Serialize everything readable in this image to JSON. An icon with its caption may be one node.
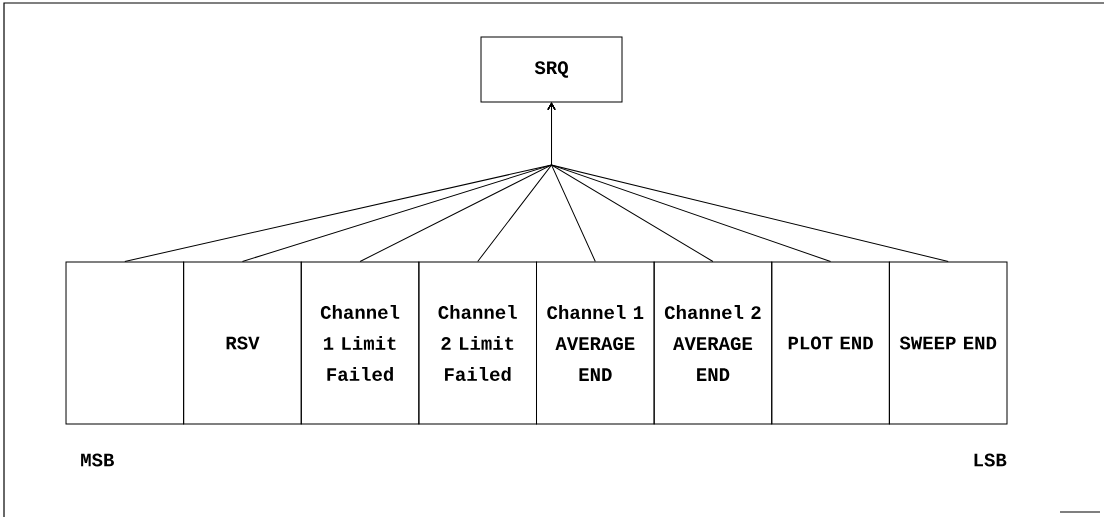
{
  "diagram": {
    "nodes": [
      {
        "text": [
          "SRQ"
        ]
      },
      {
        "text": [],
        "shape": "box"
      },
      {
        "text": [
          "RSV"
        ]
      },
      {
        "text": [
          "Channel 1 Limit Failed"
        ]
      },
      {
        "text": [
          "Channel 2 Limit Failed"
        ]
      },
      {
        "text": [
          "Channel 1 AVERAGE END"
        ]
      },
      {
        "text": [
          "Channel 2 AVERAGE END"
        ]
      },
      {
        "text": [
          "PLOT END"
        ]
      },
      {
        "text": [
          "SWEEP END"
        ]
      }
    ],
    "edges": [
      {
        "from": 1,
        "to": 0,
        "arrow": "to"
      },
      {
        "from": 2,
        "to": 0,
        "arrow": "to"
      },
      {
        "from": 3,
        "to": 0,
        "arrow": "to"
      },
      {
        "from": 4,
        "to": 0,
        "arrow": "to"
      },
      {
        "from": 5,
        "to": 0,
        "arrow": "to"
      },
      {
        "from": 6,
        "to": 0,
        "arrow": "to"
      },
      {
        "from": 7,
        "to": 0,
        "arrow": "to"
      },
      {
        "from": 8,
        "to": 0,
        "arrow": "to"
      }
    ],
    "labels": [
      "MSB",
      "LSB"
    ]
  }
}
